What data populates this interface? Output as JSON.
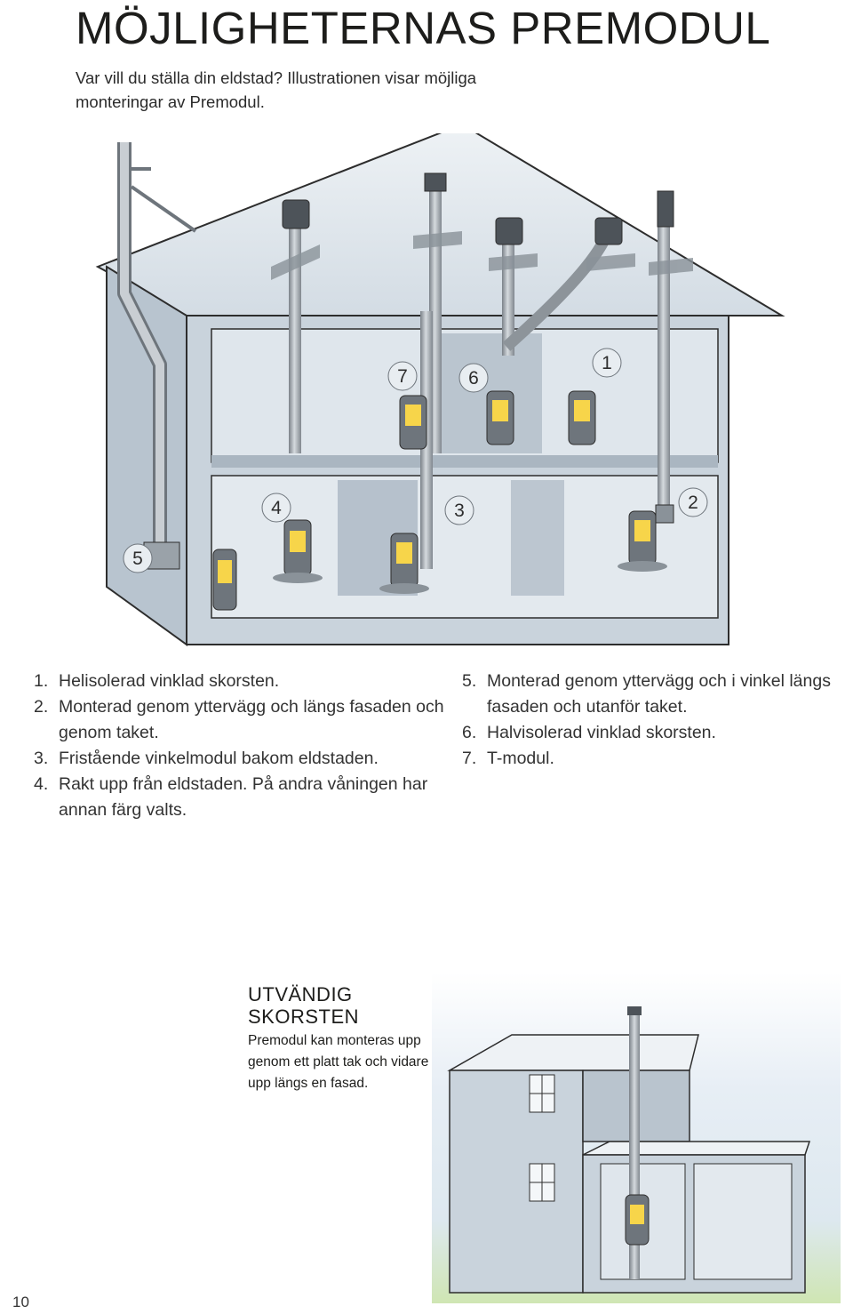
{
  "page": {
    "title": "MÖJLIGHETERNAS PREMODUL",
    "intro": "Var vill du ställa din eldstad? Illustrationen visar möjliga monteringar av Premodul.",
    "page_number": "10"
  },
  "house_labels": [
    "7",
    "6",
    "1",
    "4",
    "3",
    "2",
    "5"
  ],
  "legend": [
    {
      "num": "1.",
      "text": "Helisolerad vinklad skorsten."
    },
    {
      "num": "2.",
      "text": "Monterad genom yttervägg och längs fasaden och genom taket."
    },
    {
      "num": "3.",
      "text": "Fristående vinkelmodul bakom eldstaden."
    },
    {
      "num": "4.",
      "text": "Rakt upp från eldstaden. På andra våningen har annan färg valts."
    },
    {
      "num": "5.",
      "text": "Monterad genom yttervägg och i vinkel längs fasaden och utanför taket."
    },
    {
      "num": "6.",
      "text": "Halvisolerad vinklad skorsten."
    },
    {
      "num": "7.",
      "text": "T-modul."
    }
  ],
  "exterior": {
    "title_line1": "UTVÄNDIG",
    "title_line2": "SKORSTEN",
    "body": "Premodul kan monteras upp genom ett platt tak och vidare upp längs en fasad."
  },
  "colors": {
    "wall": "#c9d3dc",
    "wall_dark": "#9eacb9",
    "roof": "#dfe6ec",
    "outline": "#2d2d2d",
    "pipe": "#a7aeb5",
    "pipe_dark": "#6e757c",
    "fire": "#f7d54a",
    "sky_top": "#dfe9f3",
    "grass": "#cfe6b3"
  }
}
